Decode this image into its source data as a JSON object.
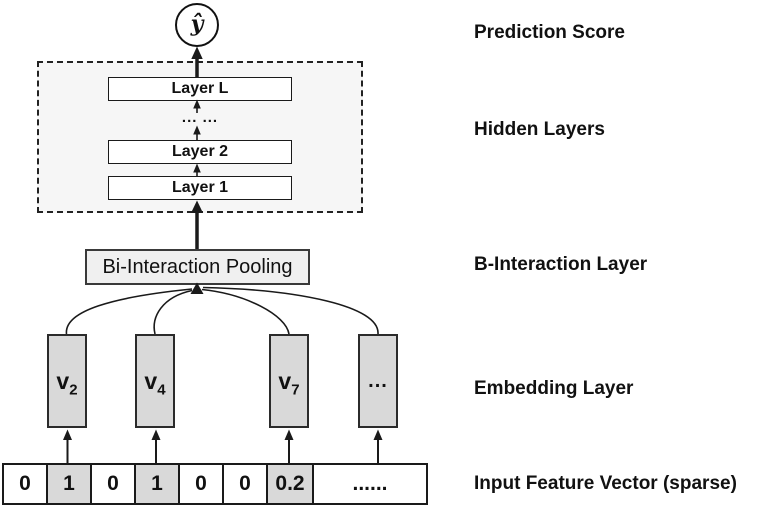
{
  "diagram": {
    "prediction_symbol": "ŷ",
    "hidden_box": {
      "layer_top": "Layer L",
      "ellipsis": "... ...",
      "layer_2": "Layer 2",
      "layer_1": "Layer 1"
    },
    "bi_interaction": "Bi-Interaction Pooling",
    "embedding": {
      "items": [
        {
          "label": "v",
          "sub": "2"
        },
        {
          "label": "v",
          "sub": "4"
        },
        {
          "label": "v",
          "sub": "7"
        },
        {
          "label": "...",
          "sub": ""
        }
      ]
    },
    "input_vector": {
      "cells": [
        {
          "value": "0",
          "highlight": false
        },
        {
          "value": "1",
          "highlight": true
        },
        {
          "value": "0",
          "highlight": false
        },
        {
          "value": "1",
          "highlight": true
        },
        {
          "value": "0",
          "highlight": false
        },
        {
          "value": "0",
          "highlight": false
        },
        {
          "value": "0.2",
          "highlight": true
        },
        {
          "value": "......",
          "highlight": false
        }
      ]
    }
  },
  "labels": {
    "prediction_score": "Prediction Score",
    "hidden_layers": "Hidden Layers",
    "b_interaction": "B-Interaction Layer",
    "embedding_layer": "Embedding Layer",
    "input_feature": "Input Feature Vector (sparse)"
  },
  "colors": {
    "line": "#1a1a1a",
    "gray_fill": "#d9d9d9",
    "hidden_panel_fill": "#f6f6f6",
    "pooling_fill": "#f0f0f0"
  }
}
